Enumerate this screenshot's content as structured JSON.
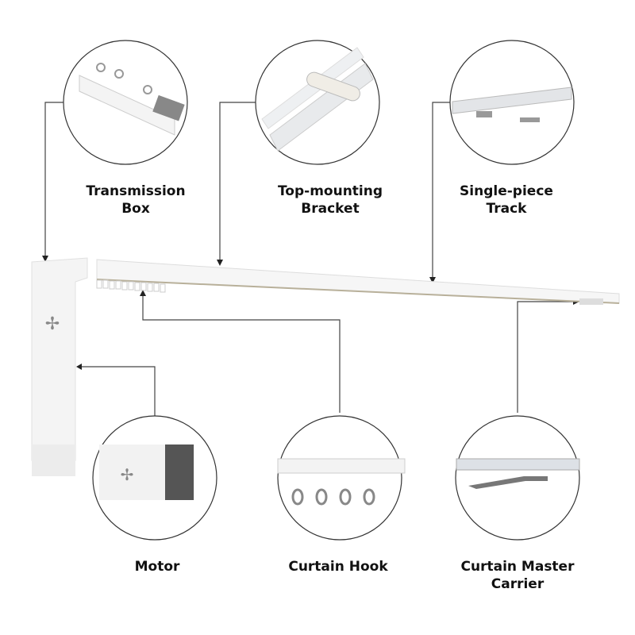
{
  "labels": {
    "transmission_box": {
      "line1": "Transmission",
      "line2": "Box"
    },
    "top_bracket": {
      "line1": "Top-mounting",
      "line2": "Bracket"
    },
    "track": {
      "line1": "Single-piece",
      "line2": "Track"
    },
    "motor": {
      "line1": "Motor"
    },
    "hook": {
      "line1": "Curtain Hook"
    },
    "master_carrier": {
      "line1": "Curtain Master",
      "line2": "Carrier"
    }
  },
  "colors": {
    "line": "#333333",
    "product": "#f2f2f2",
    "metal": "#9a9a9a"
  }
}
